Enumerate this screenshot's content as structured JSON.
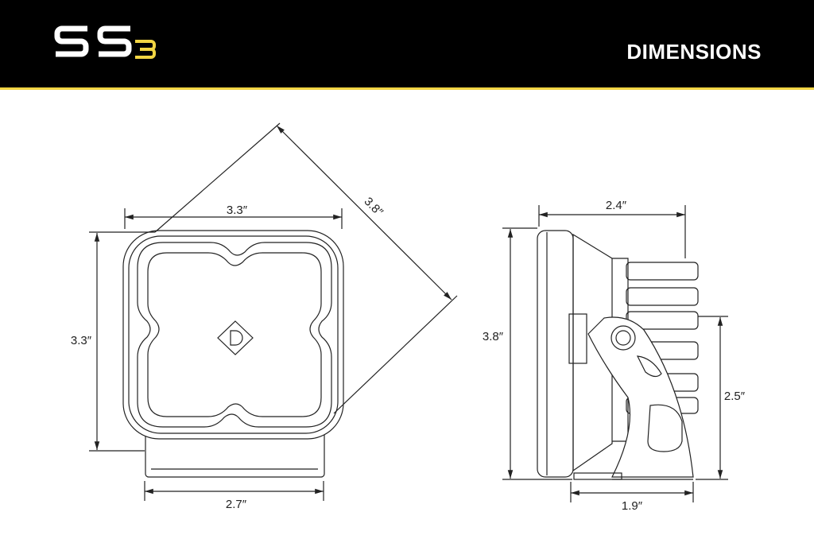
{
  "header": {
    "logo_text": "SS3",
    "logo_main": "SS",
    "logo_sub": "3",
    "title": "DIMENSIONS"
  },
  "colors": {
    "header_bg": "#000000",
    "accent": "#f2d543",
    "line": "#222222"
  },
  "front_view": {
    "width_label": "3.3″",
    "height_label": "3.3″",
    "diagonal_label": "3.8″",
    "bracket_width_label": "2.7″"
  },
  "side_view": {
    "depth_label": "2.4″",
    "height_label": "3.8″",
    "mount_height_label": "2.5″",
    "base_width_label": "1.9″"
  }
}
